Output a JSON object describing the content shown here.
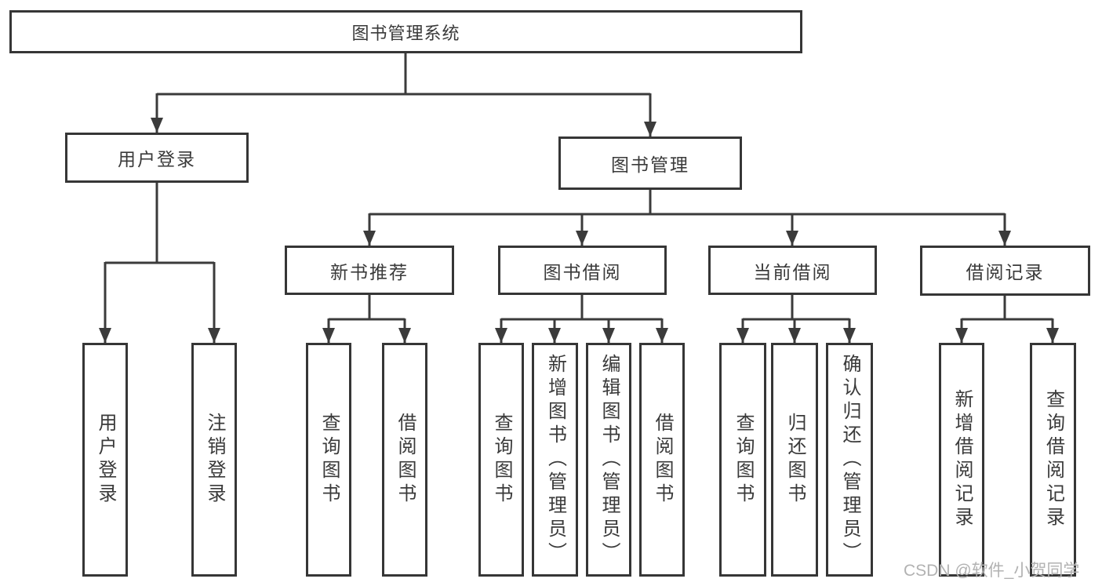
{
  "title": "图书管理系统",
  "colors": {
    "border": "#363636",
    "line": "#3b3b3b",
    "text": "#3a3a3a",
    "background": "#ffffff",
    "watermark": "#b2b2b2"
  },
  "nodes": {
    "root": "图书管理系统",
    "user_login": "用户登录",
    "book_mgmt": "图书管理",
    "new_books": "新书推荐",
    "book_borrow": "图书借阅",
    "current_borrow": "当前借阅",
    "borrow_records": "借阅记录"
  },
  "leaves": {
    "user_login": [
      "用户登录",
      "注销登录"
    ],
    "new_books": [
      "查询图书",
      "借阅图书"
    ],
    "book_borrow": [
      "查询图书",
      "新增图书（管理员）",
      "编辑图书（管理员）",
      "借阅图书"
    ],
    "current_borrow": [
      "查询图书",
      "归还图书",
      "确认归还（管理员）"
    ],
    "borrow_records": [
      "新增借阅记录",
      "查询借阅记录"
    ]
  },
  "watermark": "CSDN @软件_小贺同学"
}
